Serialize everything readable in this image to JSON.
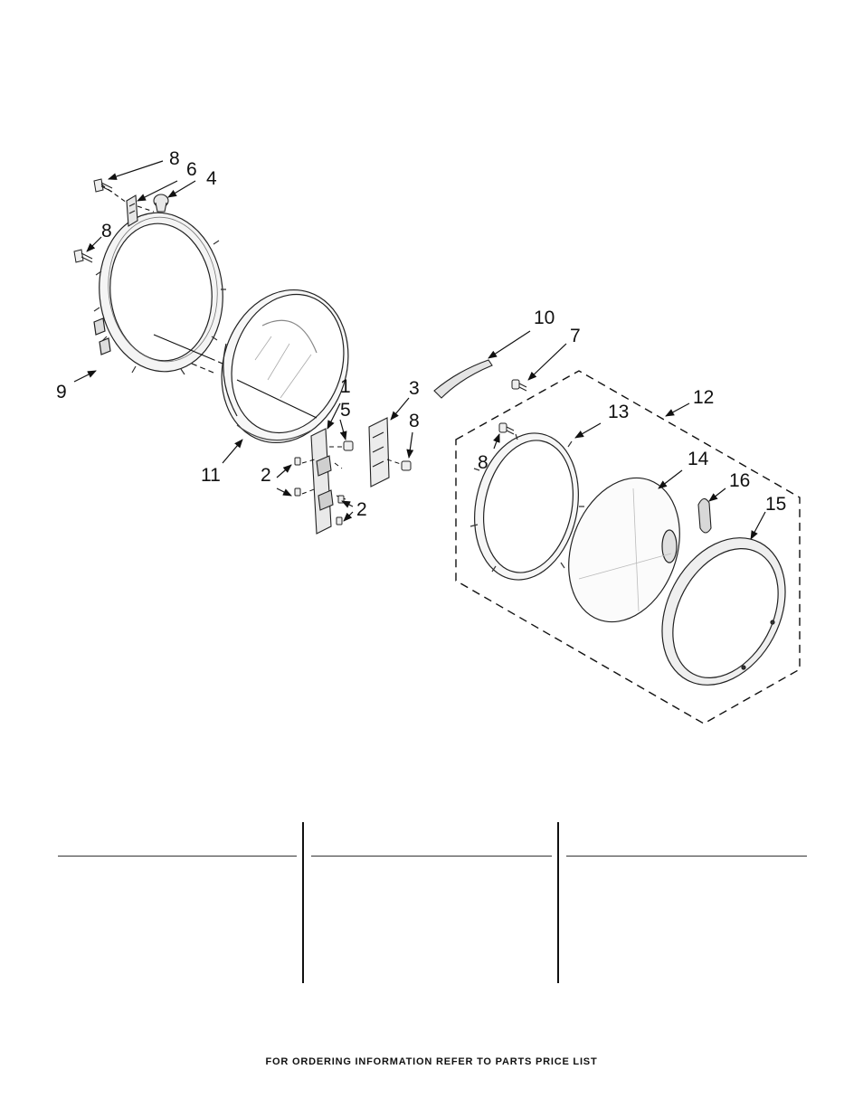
{
  "callouts": {
    "c1": "1",
    "c2a": "2",
    "c2b": "2",
    "c3": "3",
    "c4": "4",
    "c5": "5",
    "c6": "6",
    "c7": "7",
    "c8a": "8",
    "c8b": "8",
    "c8c": "8",
    "c8d": "8",
    "c9": "9",
    "c10": "10",
    "c11": "11",
    "c12": "12",
    "c13": "13",
    "c14": "14",
    "c15": "15",
    "c16": "16"
  },
  "footer": "FOR ORDERING INFORMATION REFER TO PARTS PRICE LIST"
}
